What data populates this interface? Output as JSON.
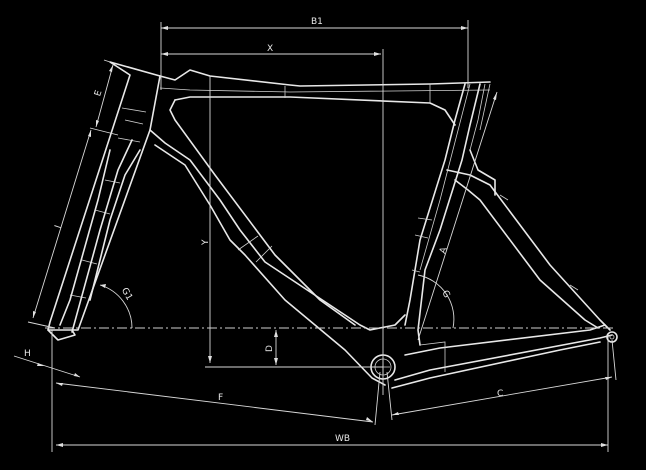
{
  "title": "Bicycle frame geometry",
  "labels": {
    "b1": "B1",
    "x": "X",
    "y": "Y",
    "e": "E",
    "i": "I",
    "g1": "G1",
    "a": "A",
    "g": "G",
    "d": "D",
    "h": "H",
    "f": "F",
    "c": "C",
    "wb": "WB"
  },
  "colors": {
    "background": "#000000",
    "lines": "#e8e8e8"
  }
}
